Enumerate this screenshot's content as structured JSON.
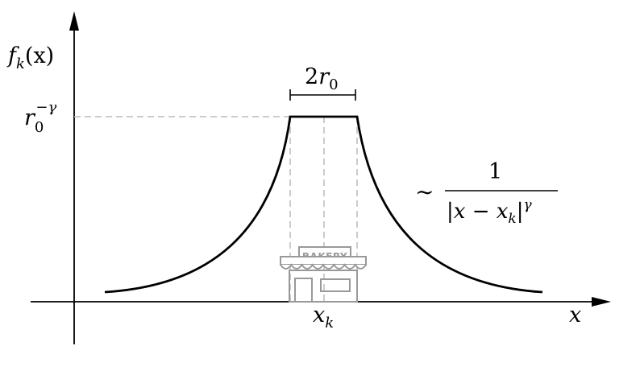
{
  "diagram": {
    "axis_y_label": {
      "base": "f",
      "sub": "k",
      "arg": "(x)"
    },
    "axis_x_label": "x",
    "peak_label": {
      "base": "r",
      "sub": "0",
      "sup": "−γ"
    },
    "width_label": {
      "coef": "2",
      "base": "r",
      "sub": "0"
    },
    "tail_label": {
      "prefix": "∼",
      "numerator": "1",
      "den_left": "|x − x",
      "den_sub": "k",
      "den_right": "|",
      "den_sup": "γ"
    },
    "position_label": {
      "base": "x",
      "sub": "k"
    },
    "shop_sign": "BAKERY",
    "colors": {
      "curve": "#000000",
      "guide": "#bbbbbb",
      "shop": "#999999"
    }
  }
}
